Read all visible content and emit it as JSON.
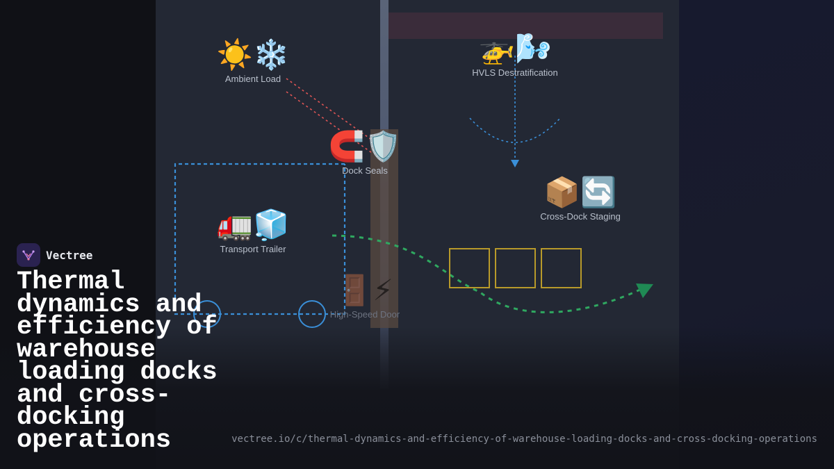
{
  "brand": {
    "name": "Vectree"
  },
  "title": "Thermal dynamics and efficiency of warehouse loading docks and cross-docking operations",
  "url": "vectree.io/c/thermal-dynamics-and-efficiency-of-warehouse-loading-docks-and-cross-docking-operations",
  "nodes": {
    "ambient_load": {
      "icons": "☀️❄️",
      "label": "Ambient Load"
    },
    "hvls": {
      "icons": "🚁🌬️",
      "label": "HVLS Destratification"
    },
    "dock_seals": {
      "icons": "🧲🛡️",
      "label": "Dock Seals"
    },
    "cross_dock": {
      "icons": "📦🔄",
      "label": "Cross-Dock Staging"
    },
    "trailer": {
      "icons": "🚛🧊",
      "label": "Transport Trailer"
    },
    "door": {
      "icons": "🚪⚡",
      "label": "High-Speed Door"
    }
  },
  "colors": {
    "heat_flow": "#e05555",
    "air_flow": "#3a8fd8",
    "goods_flow": "#2fa860",
    "staging_box": "#b89a2a"
  }
}
